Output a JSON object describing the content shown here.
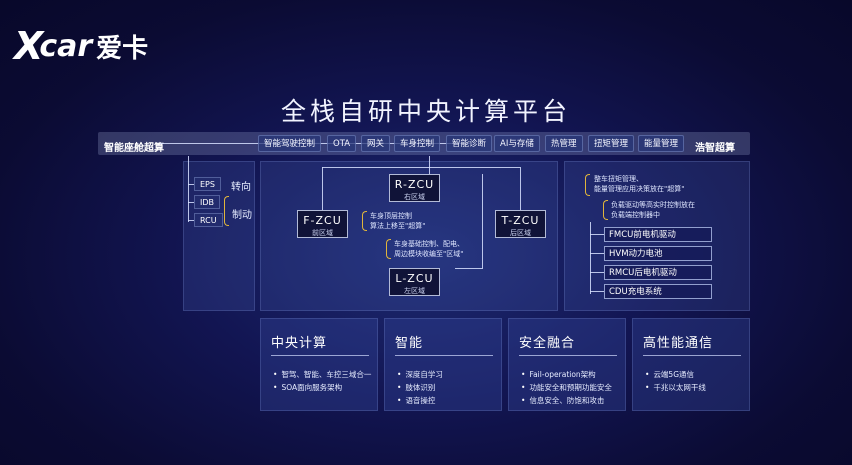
{
  "logo": {
    "x": "X",
    "car": "car",
    "cn": "爱卡"
  },
  "title": "全栈自研中央计算平台",
  "bus": {
    "left_label": "智能座舱超算",
    "right_label": "浩智超算",
    "chips": [
      "智能驾驶控制",
      "OTA",
      "网关",
      "车身控制",
      "智能诊断",
      "AI与存储",
      "热管理",
      "扭矩管理",
      "能量管理"
    ]
  },
  "left_groups": {
    "tags": [
      "EPS",
      "IDB",
      "RCU"
    ],
    "steer": "转向",
    "brake": "制动"
  },
  "zcus": {
    "r": {
      "name": "R-ZCU",
      "sub": "右区域"
    },
    "f": {
      "name": "F-ZCU",
      "sub": "前区域"
    },
    "t": {
      "name": "T-ZCU",
      "sub": "后区域"
    },
    "l": {
      "name": "L-ZCU",
      "sub": "左区域"
    }
  },
  "notes": {
    "n1": [
      "车身顶层控制",
      "算法上移至\"超算\""
    ],
    "n2": [
      "车身基础控制、配电、",
      "周边模块收编至\"区域\""
    ]
  },
  "right_panel": {
    "n1": [
      "整车扭矩管理、",
      "能量管理应用决策放在\"超算\""
    ],
    "n2": [
      "负载驱动等高实时控制放在",
      "负载端控制器中"
    ],
    "rows": [
      "FMCU前电机驱动",
      "HVM动力电池",
      "RMCU后电机驱动",
      "CDU充电系统"
    ]
  },
  "cards": [
    {
      "title": "中央计算",
      "items": [
        "智驾、智能、车控三域合一",
        "SOA面向服务架构"
      ]
    },
    {
      "title": "智能",
      "items": [
        "深度自学习",
        "肢体识别",
        "语音操控"
      ]
    },
    {
      "title": "安全融合",
      "items": [
        "Fail-operation架构",
        "功能安全和预期功能安全",
        "信息安全、防饱和攻击"
      ]
    },
    {
      "title": "高性能通信",
      "items": [
        "云端5G通信",
        "千兆以太网干线"
      ]
    }
  ]
}
